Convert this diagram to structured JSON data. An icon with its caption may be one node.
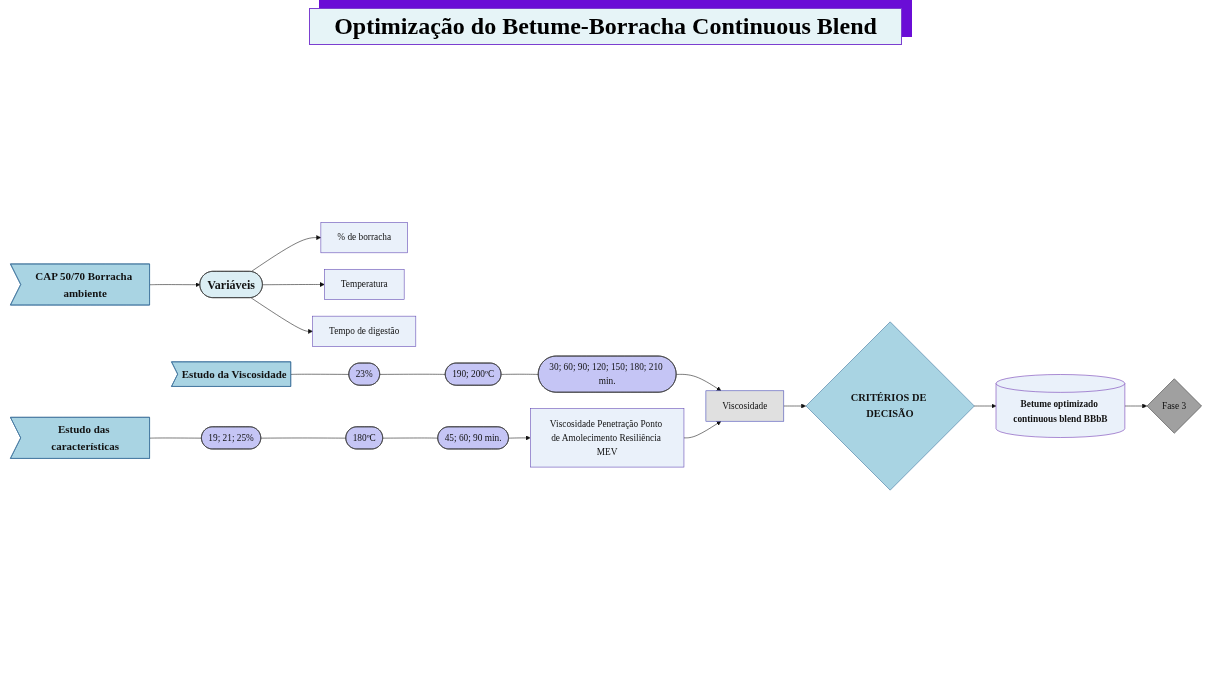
{
  "diagram": {
    "title": "Optimização do Betume-Borracha Continuous Blend",
    "nodes": [
      {
        "text": [
          "CAP 50/70 Borracha ambiente"
        ]
      },
      {
        "text": [
          "Variáveis"
        ]
      },
      {
        "text": [
          "% de borracha"
        ]
      },
      {
        "text": [
          "Temperatura"
        ]
      },
      {
        "text": [
          "Tempo de digestão"
        ]
      },
      {
        "text": [
          "Estudo das características"
        ]
      },
      {
        "text": [
          "19; 21; 25%"
        ]
      },
      {
        "text": [
          "180ºC"
        ]
      },
      {
        "text": [
          "45; 60; 90 min."
        ]
      },
      {
        "text": [
          "Viscosidade Penetração Ponto de Amolecimento Resiliência MEV"
        ]
      },
      {
        "text": [
          "Estudo da Viscosidade"
        ]
      },
      {
        "text": [
          "23%"
        ]
      },
      {
        "text": [
          "190; 200ºC"
        ]
      },
      {
        "text": [
          "30; 60; 90; 120; 150; 180; 210 min."
        ]
      },
      {
        "text": [
          "Viscosidade"
        ]
      },
      {
        "text": [
          "CRITÉRIOS DE DECISÃO"
        ]
      },
      {
        "text": [
          "Betume optimizado continuous blend BBbB"
        ]
      },
      {
        "text": [
          "Fase 3"
        ]
      }
    ],
    "edges": [
      {
        "from": 0,
        "to": 1,
        "arrow": "to"
      },
      {
        "from": 1,
        "to": 2,
        "arrow": "to"
      },
      {
        "from": 1,
        "to": 3,
        "arrow": "to"
      },
      {
        "from": 1,
        "to": 4,
        "arrow": "to"
      },
      {
        "from": 5,
        "to": 6,
        "arrow": "none"
      },
      {
        "from": 6,
        "to": 7,
        "arrow": "none"
      },
      {
        "from": 7,
        "to": 8,
        "arrow": "none"
      },
      {
        "from": 8,
        "to": 9,
        "arrow": "to"
      },
      {
        "from": 10,
        "to": 11,
        "arrow": "none"
      },
      {
        "from": 11,
        "to": 12,
        "arrow": "none"
      },
      {
        "from": 12,
        "to": 13,
        "arrow": "none"
      },
      {
        "from": 13,
        "to": 14,
        "arrow": "to"
      },
      {
        "from": 9,
        "to": 14,
        "arrow": "to"
      },
      {
        "from": 14,
        "to": 15,
        "arrow": "to"
      },
      {
        "from": 15,
        "to": 16,
        "arrow": "to"
      },
      {
        "from": 16,
        "to": 17,
        "arrow": "to"
      }
    ]
  }
}
